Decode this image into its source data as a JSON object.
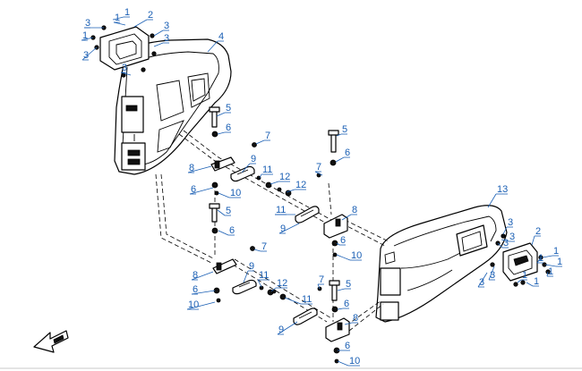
{
  "callout_labels": [
    "1",
    "2",
    "3",
    "3",
    "3",
    "4",
    "5",
    "6",
    "7",
    "8",
    "9",
    "11",
    "12",
    "6",
    "10",
    "5",
    "6",
    "7",
    "8",
    "9",
    "11",
    "12",
    "6",
    "10",
    "5",
    "6",
    "7",
    "12",
    "11",
    "8",
    "9",
    "6",
    "10",
    "7",
    "5",
    "11",
    "6",
    "8",
    "9",
    "6",
    "10",
    "13",
    "3",
    "2",
    "3",
    "3",
    "1",
    "1",
    "1",
    "3",
    "1",
    "1",
    "1",
    "3",
    "1",
    "3",
    "3",
    "1"
  ],
  "colors": {
    "callout": "#1a5fb4",
    "line": "#000000",
    "background": "#ffffff"
  },
  "icons": {
    "direction_arrow": "front-direction-arrow-icon"
  }
}
